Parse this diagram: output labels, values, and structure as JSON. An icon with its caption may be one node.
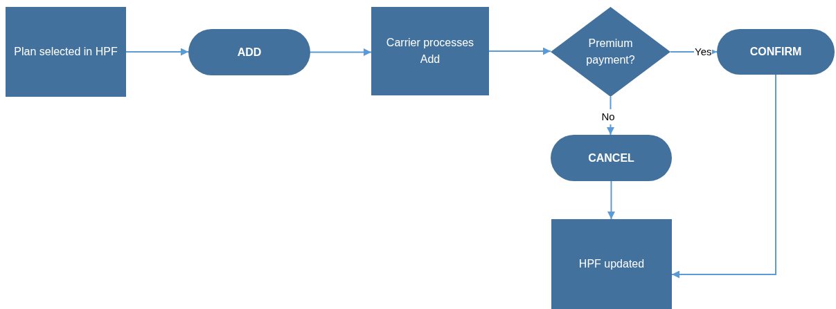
{
  "diagram": {
    "nodes": [
      {
        "text": [
          "Plan selected in HPF"
        ]
      },
      {
        "text": [
          "ADD"
        ]
      },
      {
        "text": [
          "Carrier processes Add"
        ]
      },
      {
        "text": [
          "Premium payment?"
        ]
      },
      {
        "text": [
          "CONFIRM"
        ]
      },
      {
        "text": [
          "CANCEL"
        ]
      },
      {
        "text": [
          "HPF updated"
        ]
      }
    ],
    "edges": [
      {
        "from": 0,
        "to": 1,
        "arrow": "to"
      },
      {
        "from": 1,
        "to": 2,
        "arrow": "to"
      },
      {
        "from": 2,
        "to": 3,
        "arrow": "to"
      },
      {
        "from": 3,
        "to": 4,
        "arrow": "to",
        "label": "Yes"
      },
      {
        "from": 3,
        "to": 5,
        "arrow": "to",
        "label": "No"
      },
      {
        "from": 5,
        "to": 6,
        "arrow": "to"
      },
      {
        "from": 4,
        "to": 6,
        "arrow": "to"
      }
    ]
  }
}
